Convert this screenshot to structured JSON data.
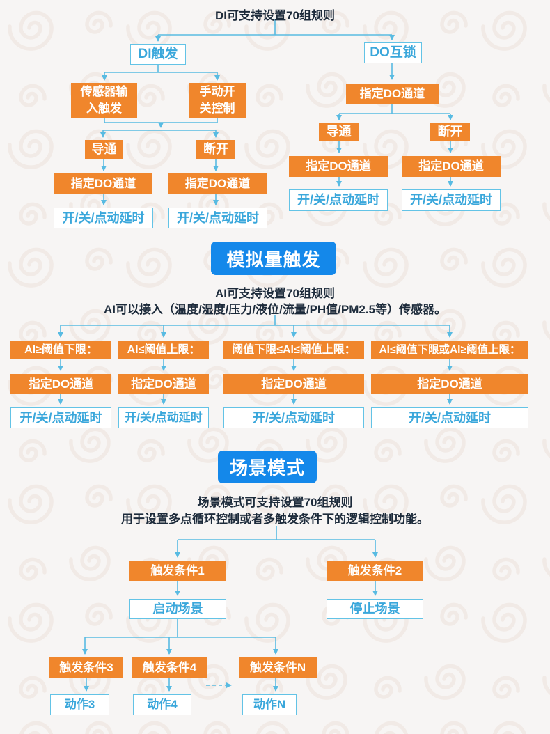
{
  "colors": {
    "background": "#f7f5f4",
    "orange_box": "#F0862C",
    "outline_border": "#63C3E6",
    "outline_text": "#3AA7DB",
    "connector_blue": "#58BBE2",
    "header_badge_blue": "#1488EA",
    "dark_text": "#1D2B3B"
  },
  "labels": {
    "specify_do": "指定DO通道",
    "delay": "开/关/点动延时",
    "on": "导通",
    "off": "断开"
  },
  "section_di": {
    "title": "DI可支持设置70组规则",
    "di_trigger": "DI触发",
    "do_interlock": "DO互锁",
    "sensor_input": "传感器输\n入触发",
    "manual_switch": "手动开\n关控制"
  },
  "section_analog": {
    "header": "模拟量触发",
    "line1": "AI可支持设置70组规则",
    "line2": "AI可以接入（温度/湿度/压力/液位/流量/PH值/PM2.5等）传感器。",
    "conditions": [
      "AI≥阈值下限：",
      "AI≤阈值上限：",
      "阈值下限≤AI≤阈值上限：",
      "AI≤阈值下限或AI≥阈值上限："
    ]
  },
  "section_scene": {
    "header": "场景模式",
    "line1": "场景模式可支持设置70组规则",
    "line2": "用于设置多点循环控制或者多触发条件下的逻辑控制功能。",
    "trigger1": "触发条件1",
    "trigger2": "触发条件2",
    "start_scene": "启动场景",
    "stop_scene": "停止场景",
    "trigger3": "触发条件3",
    "trigger4": "触发条件4",
    "triggerN": "触发条件N",
    "action3": "动作3",
    "action4": "动作4",
    "actionN": "动作N"
  }
}
